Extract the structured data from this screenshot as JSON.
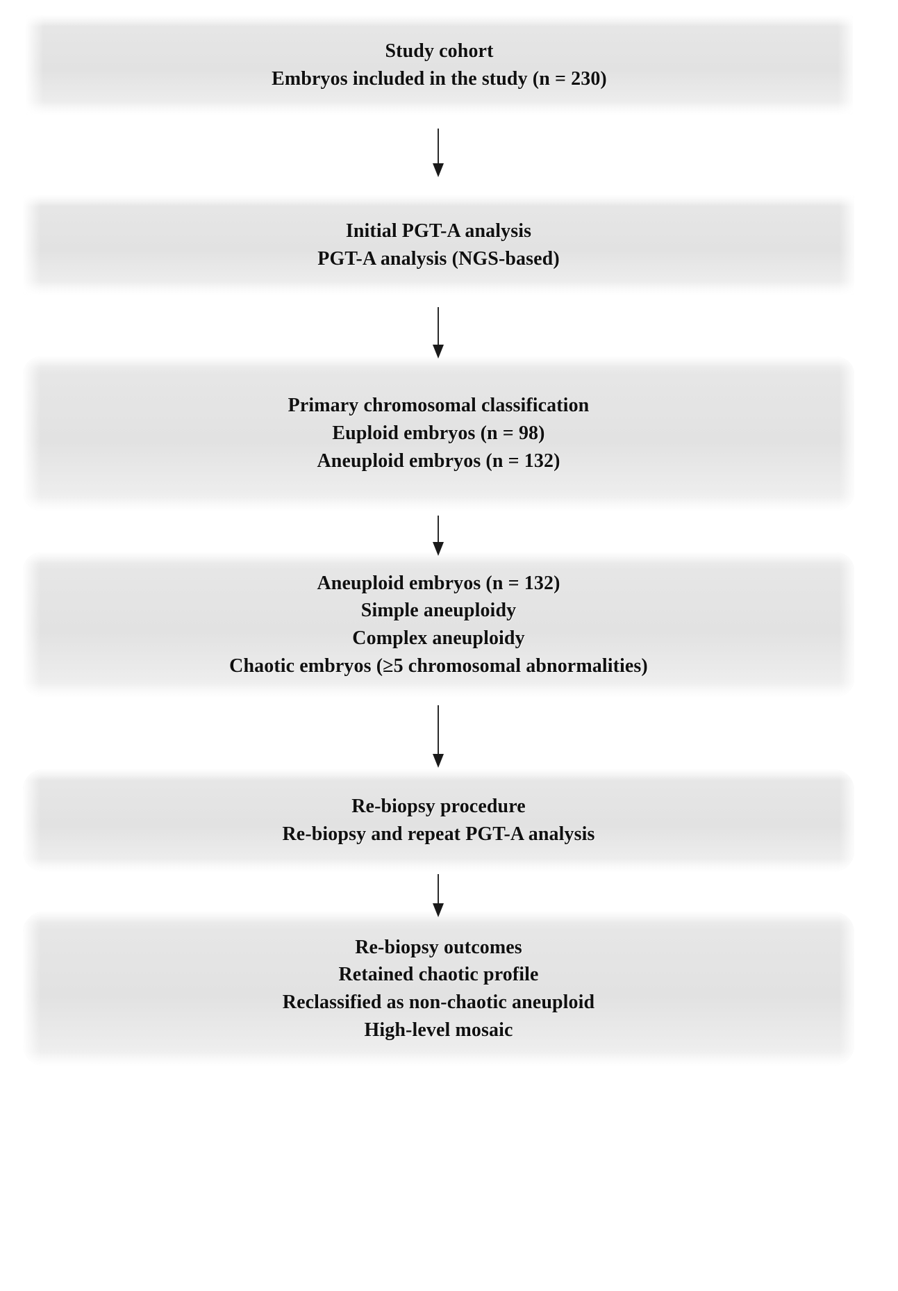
{
  "figure": {
    "type": "flowchart",
    "orientation": "vertical",
    "colors": {
      "background": "#ffffff",
      "node_fill": "#e3e3e3",
      "node_highlight": "#f7f7f7",
      "text": "#101010",
      "connector": "#1a1a1a"
    }
  },
  "nodes": [
    {
      "id": "study-cohort",
      "shape": "rounded-rectangle",
      "lines": [
        "Study cohort",
        "Embryos included in the study (n = 230)"
      ]
    },
    {
      "id": "initial-pgta-analysis",
      "shape": "rounded-rectangle",
      "lines": [
        "Initial PGT-A analysis",
        "PGT-A analysis (NGS-based)"
      ]
    },
    {
      "id": "primary-chromosomal-classification",
      "shape": "rounded-rectangle",
      "lines": [
        "Primary chromosomal classification",
        "Euploid embryos (n = 98)",
        "Aneuploid embryos (n = 132)"
      ]
    },
    {
      "id": "aneuploid-embryos",
      "shape": "rounded-rectangle",
      "lines": [
        "Aneuploid embryos (n = 132)",
        "Simple aneuploidy",
        "Complex aneuploidy",
        "Chaotic embryos (≥5 chromosomal abnormalities)"
      ]
    },
    {
      "id": "re-biopsy-procedure",
      "shape": "rounded-rectangle",
      "lines": [
        "Re-biopsy procedure",
        "Re-biopsy and repeat PGT-A analysis"
      ]
    },
    {
      "id": "re-biopsy-outcomes",
      "shape": "rounded-rectangle",
      "lines": [
        "Re-biopsy outcomes",
        "Retained chaotic profile",
        "Reclassified as non‑chaotic aneuploid",
        "High-level mosaic"
      ]
    }
  ],
  "connectors": [
    {
      "id": "arrow-1",
      "from": "study-cohort",
      "to": "initial-pgta-analysis",
      "style": "solid-arrow-down"
    },
    {
      "id": "arrow-2",
      "from": "initial-pgta-analysis",
      "to": "primary-chromosomal-classification",
      "style": "solid-arrow-down"
    },
    {
      "id": "arrow-3",
      "from": "primary-chromosomal-classification",
      "to": "aneuploid-embryos",
      "style": "solid-arrow-down"
    },
    {
      "id": "arrow-4",
      "from": "aneuploid-embryos",
      "to": "re-biopsy-procedure",
      "style": "solid-arrow-down"
    },
    {
      "id": "arrow-5",
      "from": "re-biopsy-procedure",
      "to": "re-biopsy-outcomes",
      "style": "solid-arrow-down"
    }
  ]
}
